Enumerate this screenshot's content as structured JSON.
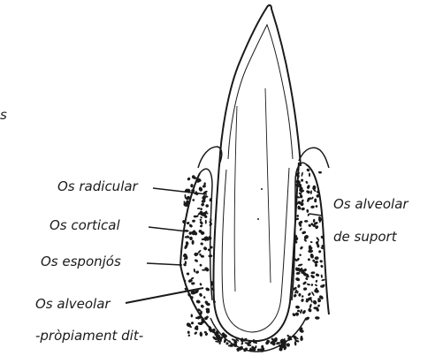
{
  "labels": {
    "os_radicular": "Os radicular",
    "os_cortical": "Os cortical",
    "os_esponjos": "Os esponjós",
    "os_alveolar_left_line1": "Os alveolar",
    "os_alveolar_left_line2": "-pròpiament dit-",
    "os_alveolar_right_line1": "Os alveolar",
    "os_alveolar_right_line2": "de suport",
    "edge_fragment": "s"
  },
  "colors": {
    "ink": "#1a1a1a",
    "background": "#ffffff"
  }
}
